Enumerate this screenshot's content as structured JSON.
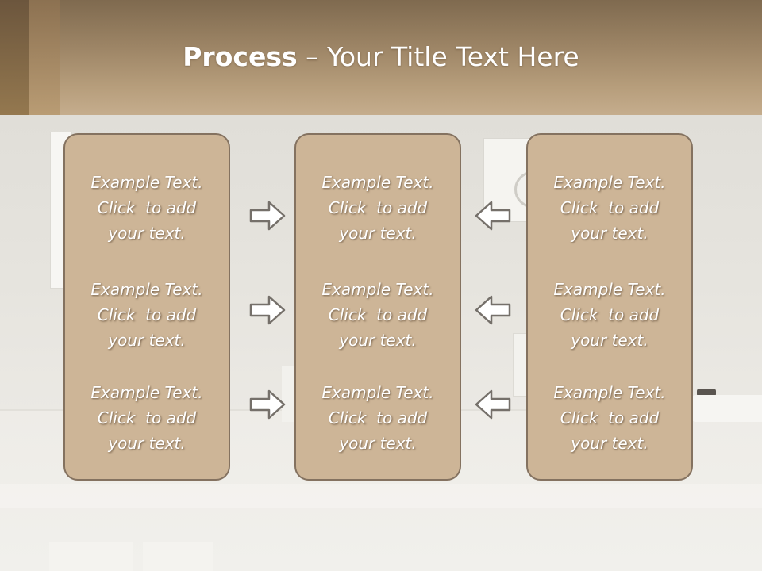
{
  "slide": {
    "title_bold": "Process",
    "title_separator": " – ",
    "title_rest": "Your Title Text Here",
    "colors": {
      "header_brown": "#9c8465",
      "box_fill": "#cdb597",
      "box_border": "#847260",
      "arrow_stroke": "#75706a",
      "arrow_fill": "#ffffff"
    }
  },
  "columns": [
    {
      "items": [
        {
          "line1": "Example Text.",
          "line2": "Click  to add",
          "line3": "your text."
        },
        {
          "line1": "Example Text.",
          "line2": "Click  to add",
          "line3": "your text."
        },
        {
          "line1": "Example Text.",
          "line2": "Click  to add",
          "line3": "your text."
        }
      ]
    },
    {
      "items": [
        {
          "line1": "Example Text.",
          "line2": "Click  to add",
          "line3": "your text."
        },
        {
          "line1": "Example Text.",
          "line2": "Click  to add",
          "line3": "your text."
        },
        {
          "line1": "Example Text.",
          "line2": "Click  to add",
          "line3": "your text."
        }
      ]
    },
    {
      "items": [
        {
          "line1": "Example Text.",
          "line2": "Click  to add",
          "line3": "your text."
        },
        {
          "line1": "Example Text.",
          "line2": "Click  to add",
          "line3": "your text."
        },
        {
          "line1": "Example Text.",
          "line2": "Click  to add",
          "line3": "your text."
        }
      ]
    }
  ],
  "arrows": {
    "left_group": [
      "arrow-right-icon",
      "arrow-right-icon",
      "arrow-right-icon"
    ],
    "right_group": [
      "arrow-left-icon",
      "arrow-left-icon",
      "arrow-left-icon"
    ]
  }
}
